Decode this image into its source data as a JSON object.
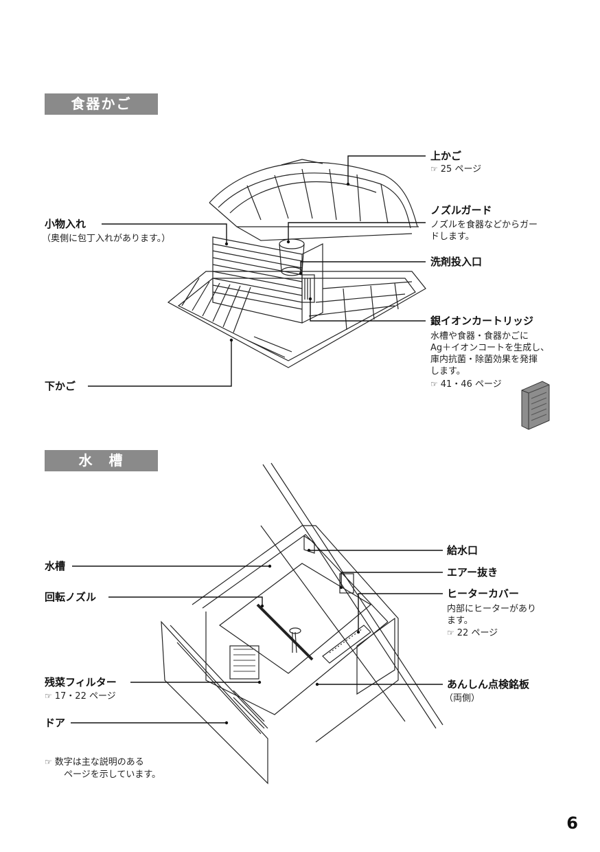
{
  "section1": {
    "title": "食器かご",
    "labels": {
      "upper_basket": "上かご",
      "upper_basket_ref": "25 ページ",
      "nozzle_guard": "ノズルガード",
      "nozzle_guard_desc_1": "ノズルを食器などからガー",
      "nozzle_guard_desc_2": "ドします。",
      "detergent_inlet": "洗剤投入口",
      "ion_cartridge": "銀イオンカートリッジ",
      "ion_desc_1": "水槽や食器・食器かごに",
      "ion_desc_2": "Ag＋イオンコートを生成し、",
      "ion_desc_3": "庫内抗菌・除菌効果を発揮",
      "ion_desc_4": "します。",
      "ion_ref": "41・46 ページ",
      "small_items": "小物入れ",
      "small_items_desc": "（奥側に包丁入れがあります。）",
      "lower_basket": "下かご"
    }
  },
  "section2": {
    "title": "水　槽",
    "labels": {
      "tub": "水槽",
      "rotating_nozzle": "回転ノズル",
      "residue_filter": "残菜フィルター",
      "residue_filter_ref": "17・22 ページ",
      "door": "ドア",
      "water_inlet": "給水口",
      "air_vent": "エアー抜き",
      "heater_cover": "ヒーターカバー",
      "heater_desc_1": "内部にヒーターがあり",
      "heater_desc_2": "ます。",
      "heater_ref": "22 ページ",
      "safety_plate": "あんしん点検銘板",
      "safety_plate_desc": "（両側）"
    }
  },
  "footnote": {
    "line1": "数字は主な説明のある",
    "line2": "ページを示しています。"
  },
  "page_number": "6",
  "icons": {
    "reference": "pointing-hand-icon"
  }
}
